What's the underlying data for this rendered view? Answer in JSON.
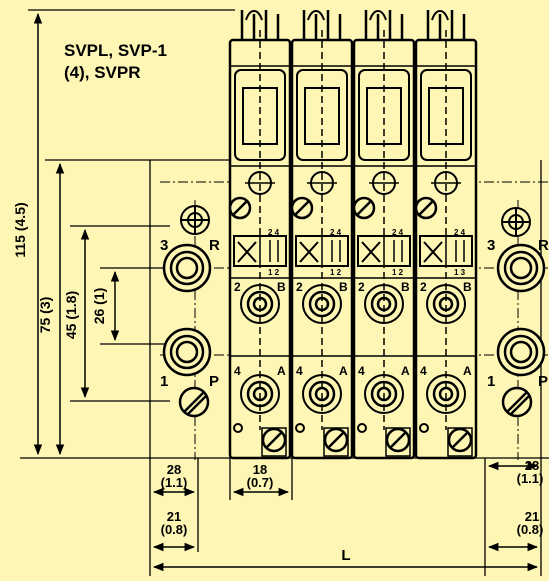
{
  "colors": {
    "background": "#fdf6b4",
    "ink": "#000000"
  },
  "title_lines": [
    "SVPL, SVP-1",
    "(4), SVPR"
  ],
  "dimensions": {
    "overall_height": "115 (4.5)",
    "height_75": "75 (3)",
    "height_45": "45 (1.8)",
    "height_26": "26 (1)",
    "left_28": {
      "mm": "28",
      "in": "(1.1)"
    },
    "left_21": {
      "mm": "21",
      "in": "(0.8)"
    },
    "pitch_18": {
      "mm": "18",
      "in": "(0.7)"
    },
    "right_28": {
      "mm": "28",
      "in": "(1.1)"
    },
    "right_21": {
      "mm": "21",
      "in": "(0.8)"
    },
    "length": "L"
  },
  "left_ports": {
    "top_num": "3",
    "top_letter": "R",
    "bottom_num": "1",
    "bottom_letter": "P"
  },
  "right_ports": {
    "top_num": "3",
    "top_letter": "R",
    "bottom_num": "1",
    "bottom_letter": "P"
  },
  "valves": [
    {
      "id": "1",
      "port_b_num": "2",
      "port_b": "B",
      "port_a_num": "4",
      "port_a": "A",
      "sym_top": "2  4",
      "sym_bot": "1  2"
    },
    {
      "id": "2",
      "port_b_num": "2",
      "port_b": "B",
      "port_a_num": "4",
      "port_a": "A",
      "sym_top": "2  4",
      "sym_bot": "1  2"
    },
    {
      "id": "3",
      "port_b_num": "2",
      "port_b": "B",
      "port_a_num": "4",
      "port_a": "A",
      "sym_top": "2  4",
      "sym_bot": "1  2"
    },
    {
      "id": "4",
      "port_b_num": "2",
      "port_b": "B",
      "port_a_num": "4",
      "port_a": "A",
      "sym_top": "2  4",
      "sym_bot": "1  3"
    }
  ]
}
